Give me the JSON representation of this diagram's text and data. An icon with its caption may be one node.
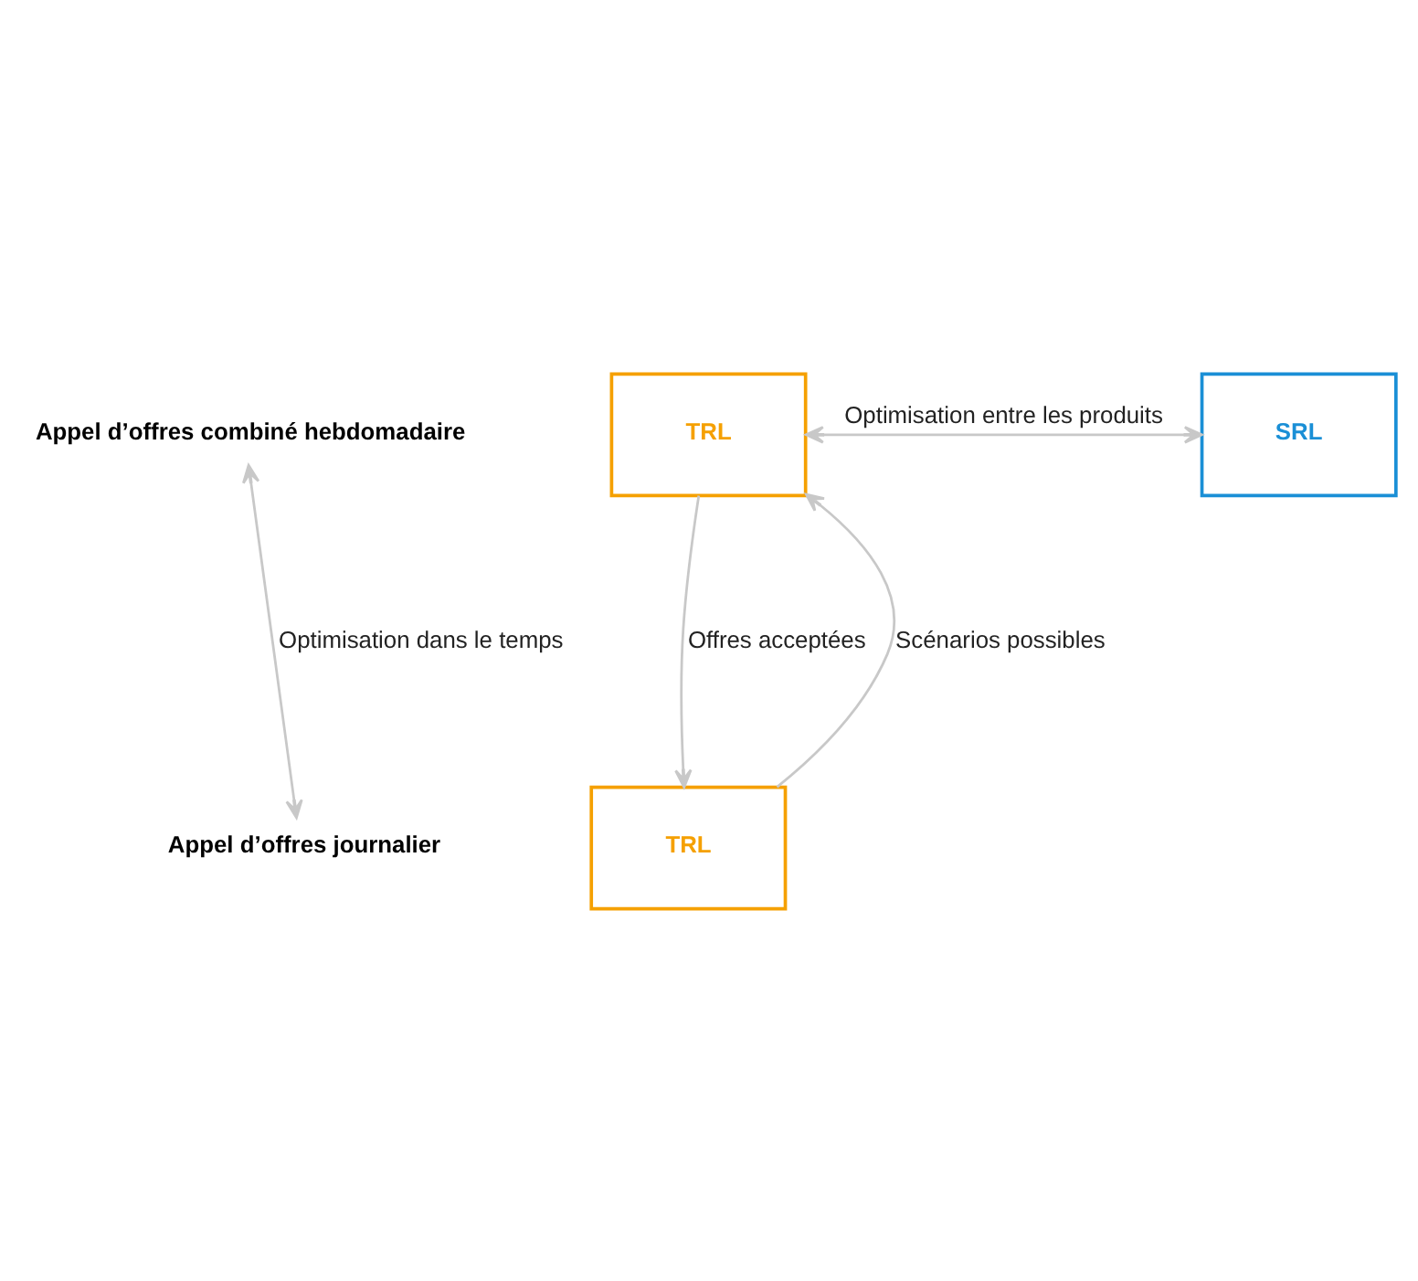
{
  "diagram": {
    "nodes": [
      {
        "text": [
          "Appel d’offres combiné hebdomadaire"
        ]
      },
      {
        "text": [
          "TRL"
        ]
      },
      {
        "text": [
          "SRL"
        ]
      },
      {
        "text": [
          "Appel d’offres journalier"
        ]
      },
      {
        "text": [
          "TRL"
        ]
      }
    ],
    "edges": [
      {
        "from": 1,
        "to": 2,
        "arrow": "both",
        "label": "Optimisation entre les produits"
      },
      {
        "from": 0,
        "to": 3,
        "arrow": "both",
        "label": "Optimisation dans le temps"
      },
      {
        "from": 4,
        "to": 1,
        "arrow": "to",
        "label": "Scénarios possibles"
      },
      {
        "from": 1,
        "to": 4,
        "arrow": "to",
        "label": "Offres acceptées"
      }
    ]
  }
}
